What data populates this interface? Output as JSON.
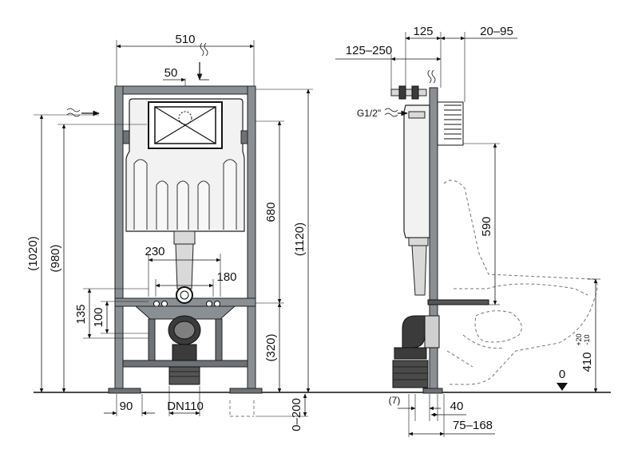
{
  "front_view": {
    "width_dim": "510",
    "inlet_offset_dim": "50",
    "height_dim": "(1120)",
    "tank_height_dim": "680",
    "lower_dim": "(320)",
    "left_outer_dim": "(1020)",
    "left_inner_dim": "(980)",
    "outlet_width_dim": "230",
    "outlet_right_dim": "180",
    "bolt_height_dim": "135",
    "bolt_inner_dim": "100",
    "foot_dim": "90",
    "drain_label": "DN110",
    "foot_adjust_dim": "0–200"
  },
  "side_view": {
    "top_dim": "125",
    "top_right_dim": "20–95",
    "inlet_range_dim": "125–250",
    "thread_label": "G1/2\"",
    "height_dim": "590",
    "pan_height_dim": "410",
    "pan_tol_plus": "+20",
    "pan_tol_minus": "-10",
    "floor_mark": "0",
    "bottom_small_dim": "(7)",
    "bottom_dim": "40",
    "bottom_range_dim": "75–168"
  },
  "icons": [
    "water-inlet-icon",
    "flush-plate-icon",
    "floor-level-arrow-icon"
  ],
  "colors": {
    "frame": "#8a8f94",
    "frame_dark": "#6d7277",
    "tank": "#f2f2f2",
    "line": "#111111",
    "seal": "#3b3b3b"
  }
}
